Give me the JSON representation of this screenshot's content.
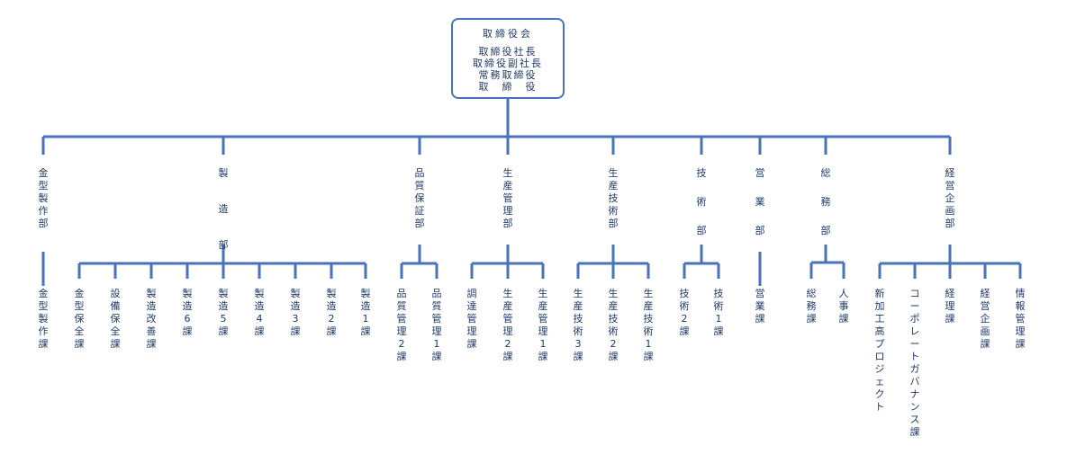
{
  "top": {
    "title": "取締役会",
    "members": [
      "取締役社長",
      "取締役副社長",
      "常務取締役",
      "取　締　役"
    ]
  },
  "departments": [
    {
      "name": "金型製作部",
      "sections": [
        "金型製作課"
      ]
    },
    {
      "name": "製造部",
      "sections": [
        "金型保全課",
        "設備保全課",
        "製造改善課",
        "製造6課",
        "製造5課",
        "製造4課",
        "製造3課",
        "製造2課",
        "製造1課"
      ]
    },
    {
      "name": "品質保証部",
      "sections": [
        "品質管理2課",
        "品質管理1課"
      ]
    },
    {
      "name": "生産管理部",
      "sections": [
        "調達管理課",
        "生産管理2課",
        "生産管理1課"
      ]
    },
    {
      "name": "生産技術部",
      "sections": [
        "生産技術3課",
        "生産技術2課",
        "生産技術1課"
      ]
    },
    {
      "name": "技術部",
      "sections": [
        "技術2課",
        "技術1課"
      ]
    },
    {
      "name": "営業部",
      "sections": [
        "営業課"
      ]
    },
    {
      "name": "総務部",
      "sections": [
        "総務課",
        "人事課"
      ]
    },
    {
      "name": "経営企画部",
      "sections": [
        "新加工高プロジェクト",
        "コーポレートガバナンス課",
        "経理課",
        "経営企画課",
        "情報管理課"
      ]
    }
  ],
  "colors": {
    "line": "#4a72b8",
    "text": "#1f3a68"
  }
}
